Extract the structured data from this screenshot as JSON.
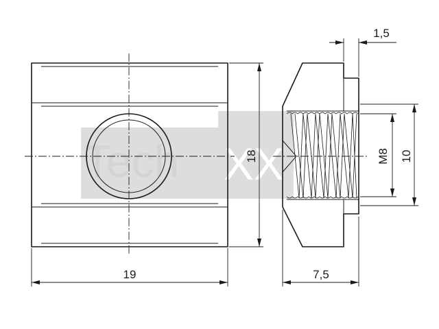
{
  "watermark": {
    "text": "Tech",
    "mark": "XX"
  },
  "dimensions": {
    "width_front": "19",
    "height_front": "18",
    "width_side": "7,5",
    "flange": "1,5",
    "thread": "M8",
    "bore": "10"
  }
}
